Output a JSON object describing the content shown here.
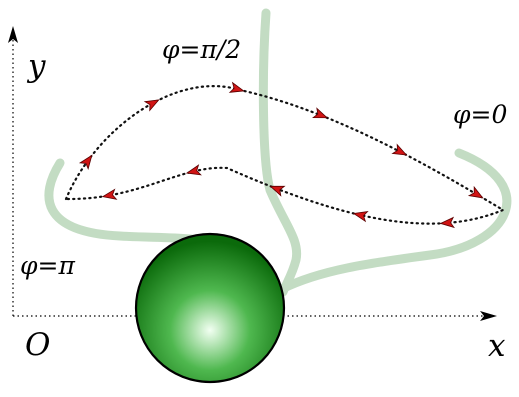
{
  "labels": {
    "y_axis": "y",
    "x_axis": "x",
    "origin": "O",
    "phi_half_pi": "φ=π/2",
    "phi_zero": "φ=0",
    "phi_pi": "φ=π"
  },
  "colors": {
    "background": "#ffffff",
    "axis": "#000000",
    "sphere_light": "#f2fff2",
    "sphere_mid": "#4fb84f",
    "sphere_dark": "#0b6a0b",
    "sphere_outline": "#000000",
    "support_curve": "#b9d6b9",
    "trajectory_dots": "#111111",
    "arrow_fill": "#d11414"
  },
  "icons": {
    "sphere": "green-sphere",
    "arrow": "red-arrowhead"
  }
}
